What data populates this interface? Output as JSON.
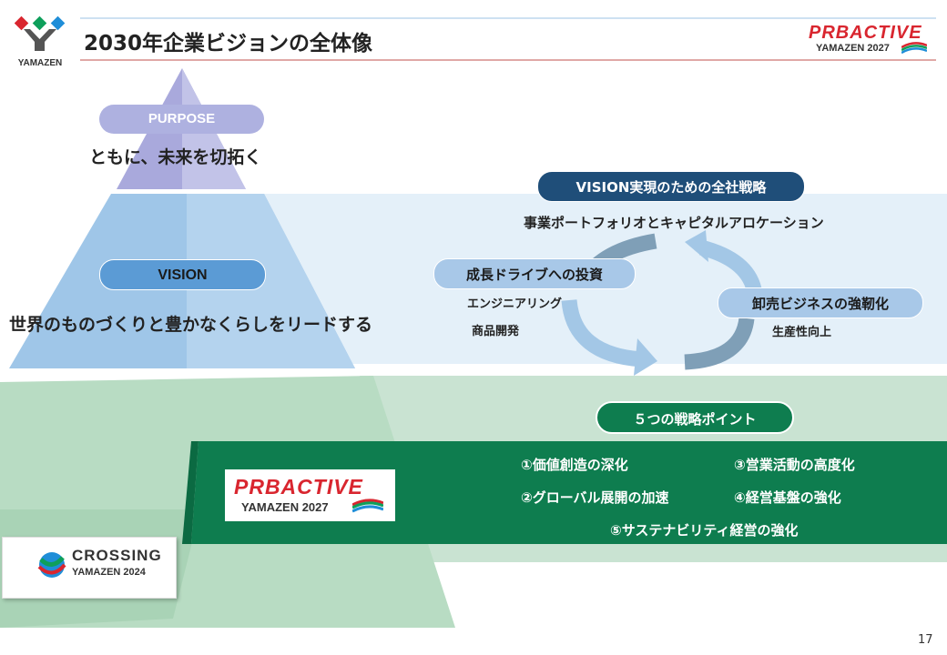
{
  "header": {
    "logo_text": "YAMAZEN",
    "title": "2030年企業ビジョンの全体像",
    "brand_logo": {
      "line1": "PRBACTIVE",
      "line2": "YAMAZEN 2027"
    }
  },
  "pyramid": {
    "purpose_label": "PURPOSE",
    "purpose_text": "ともに、未来を切拓く",
    "vision_label": "VISION",
    "vision_text": "世界のものづくりと豊かなくらしをリードする"
  },
  "strategy": {
    "title": "VISION実現のための全社戦略",
    "top_text": "事業ポートフォリオとキャピタルアロケーション",
    "left_label": "成長ドライブへの投資",
    "left_items": [
      "エンジニアリング",
      "商品開発"
    ],
    "right_label": "卸売ビジネスの強靭化",
    "right_items": [
      "生産性向上"
    ]
  },
  "points": {
    "title": "５つの戦略ポイント",
    "items": [
      "①価値創造の深化",
      "③営業活動の高度化",
      "②グローバル展開の加速",
      "④経営基盤の強化",
      "⑤サステナビリティ経営の強化"
    ]
  },
  "proactive_logo": {
    "line1": "PRBACTIVE",
    "line2": "YAMAZEN 2027"
  },
  "crossing_logo": {
    "line1": "CROSSING",
    "line2": "YAMAZEN 2024"
  },
  "page_number": "17",
  "colors": {
    "dark_green": "#0e7d4f",
    "navy": "#1f4e79",
    "vision_blue": "#5b9bd5",
    "purpose_lavender": "#aeb1e0",
    "brand_red": "#d9262f"
  }
}
